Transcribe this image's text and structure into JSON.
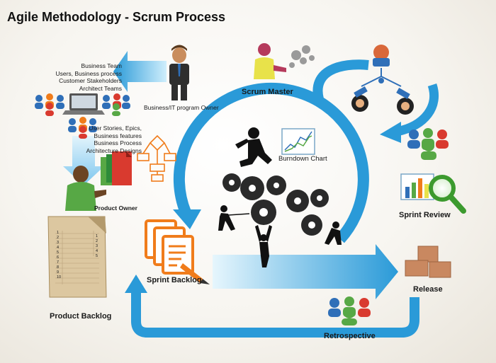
{
  "title": "Agile Methodology - Scrum Process",
  "stakeholders": {
    "lines": [
      "Business Team",
      "Users,  Business process",
      "Customer Stakeholders",
      "Architect Teams"
    ],
    "owner_label": "Business/IT program Owner"
  },
  "inputs": {
    "lines": [
      "User Stories, Epics,",
      "Business features",
      "Business Process",
      "Architecture Designs"
    ]
  },
  "labels": {
    "scrum_master": "Scrum Master",
    "burndown_chart": "Burndown Chart",
    "product_owner": "Product Owner",
    "sprint_backlog": "Sprint  Backlog",
    "sprint_review": "Sprint Review",
    "release": "Release",
    "product_backlog": "Product Backlog",
    "retrospective": "Retrospective"
  },
  "backlog_numbers": [
    "1",
    "2",
    "3",
    "4",
    "5",
    "6",
    "7",
    "8",
    "9",
    "10"
  ],
  "backlog_side_numbers": [
    "1",
    "2",
    "3",
    "4",
    "5"
  ],
  "colors": {
    "arrow_blue": "#2a9ad8",
    "arrow_light": "#a9dcf5",
    "orange": "#f07c1b",
    "person_red": "#d93a2f",
    "person_green": "#57a845",
    "person_blue": "#2f6fb8",
    "paper": "#dcc7a0"
  },
  "icons": [
    "laptop-icon",
    "people-group-icon",
    "gears-icon",
    "magnifier-icon",
    "boxes-icon",
    "flowchart-icon",
    "documents-icon"
  ]
}
